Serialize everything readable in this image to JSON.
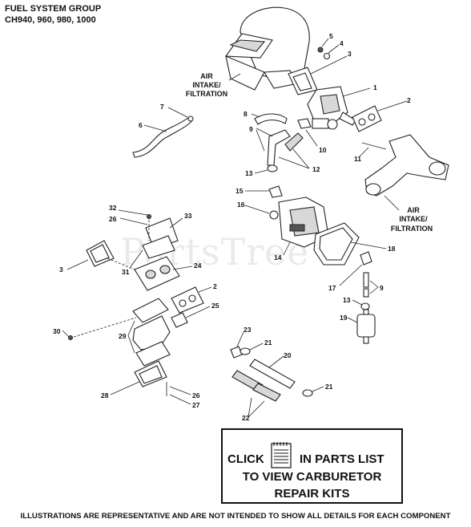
{
  "header": {
    "title_line1": "FUEL SYSTEM  GROUP",
    "title_line2": "CH940, 960, 980, 1000"
  },
  "labels": {
    "air_intake_top": [
      "AIR",
      "INTAKE/",
      "FILTRATION"
    ],
    "air_intake_right": [
      "AIR",
      "INTAKE/",
      "FILTRATION"
    ]
  },
  "watermark": "PartsTree",
  "callouts": [
    "1",
    "2",
    "3",
    "4",
    "5",
    "6",
    "7",
    "8",
    "9",
    "10",
    "11",
    "12",
    "13",
    "14",
    "15",
    "16",
    "17",
    "18",
    "9",
    "13",
    "19",
    "32",
    "26",
    "33",
    "3",
    "31",
    "24",
    "2",
    "25",
    "30",
    "29",
    "23",
    "21",
    "20",
    "28",
    "26",
    "27",
    "22",
    "21"
  ],
  "repair_kit_button": {
    "line1_a": "CLICK",
    "line1_b": "IN PARTS LIST",
    "line2": "TO VIEW CARBURETOR",
    "line3": "REPAIR KITS",
    "icon": "notepad-icon"
  },
  "footer": "ILLUSTRATIONS ARE REPRESENTATIVE AND ARE NOT INTENDED TO SHOW ALL DETAILS FOR EACH COMPONENT"
}
